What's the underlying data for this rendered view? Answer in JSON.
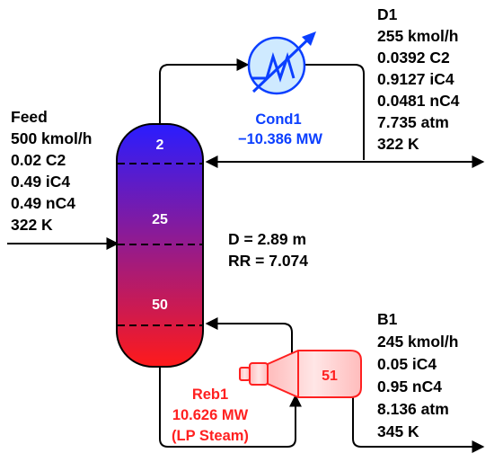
{
  "colors": {
    "column_top": "#2a1cff",
    "column_bottom": "#ff1a1a",
    "condenser": "#0b3fff",
    "condenser_fill": "#cfeaff",
    "reboiler": "#ff2020",
    "reboiler_fill": "#ffd7d7",
    "lines": "#000000"
  },
  "feed": {
    "title": "Feed",
    "flow": "500 kmol/h",
    "c2": "0.02 C2",
    "ic4": "0.49 iC4",
    "nc4": "0.49 nC4",
    "temp": "322 K"
  },
  "distillate": {
    "title": "D1",
    "flow": "255 kmol/h",
    "c2": "0.0392 C2",
    "ic4": "0.9127 iC4",
    "nc4": "0.0481 nC4",
    "pressure": "7.735 atm",
    "temp": "322 K"
  },
  "bottoms": {
    "title": "B1",
    "flow": "245 kmol/h",
    "ic4": "0.05 iC4",
    "nc4": "0.95 nC4",
    "pressure": "8.136 atm",
    "temp": "345 K"
  },
  "condenser": {
    "name": "Cond1",
    "duty": "−10.386 MW"
  },
  "reboiler": {
    "name": "Reb1",
    "duty": "10.626 MW",
    "utility": "(LP Steam)",
    "stage": "51"
  },
  "column": {
    "diameter": "D = 2.89 m",
    "reflux_ratio": "RR = 7.074",
    "stage_top": "2",
    "stage_feed": "25",
    "stage_bottom": "50"
  }
}
